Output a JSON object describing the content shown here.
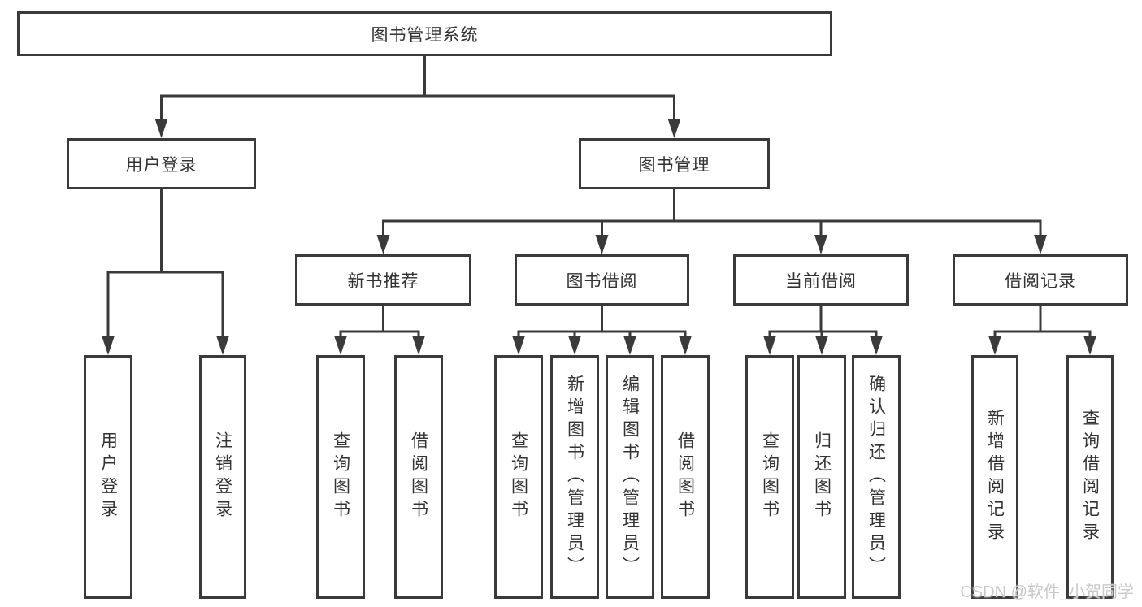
{
  "diagram": {
    "watermark": "CSDN @软件_小贺同学",
    "colors": {
      "line": "#3a3a3a",
      "text": "#333333",
      "box_background": "#ffffff",
      "page_background": "#ffffff",
      "watermark": "#c9c9c9"
    },
    "nodes": [
      {
        "id": "root",
        "label": "图书管理系统",
        "level": 0,
        "parent": null,
        "orientation": "horizontal"
      },
      {
        "id": "user-login",
        "label": "用户登录",
        "level": 1,
        "parent": "root",
        "orientation": "horizontal"
      },
      {
        "id": "book-mgmt",
        "label": "图书管理",
        "level": 1,
        "parent": "root",
        "orientation": "horizontal"
      },
      {
        "id": "login-action",
        "label": "用户登录",
        "level": 3,
        "parent": "user-login",
        "orientation": "vertical"
      },
      {
        "id": "logout-action",
        "label": "注销登录",
        "level": 3,
        "parent": "user-login",
        "orientation": "vertical"
      },
      {
        "id": "new-book-rec",
        "label": "新书推荐",
        "level": 2,
        "parent": "book-mgmt",
        "orientation": "horizontal"
      },
      {
        "id": "book-borrow",
        "label": "图书借阅",
        "level": 2,
        "parent": "book-mgmt",
        "orientation": "horizontal"
      },
      {
        "id": "current-borrow",
        "label": "当前借阅",
        "level": 2,
        "parent": "book-mgmt",
        "orientation": "horizontal"
      },
      {
        "id": "borrow-records",
        "label": "借阅记录",
        "level": 2,
        "parent": "book-mgmt",
        "orientation": "horizontal"
      },
      {
        "id": "rec-query-books",
        "label": "查询图书",
        "level": 3,
        "parent": "new-book-rec",
        "orientation": "vertical"
      },
      {
        "id": "rec-borrow-books",
        "label": "借阅图书",
        "level": 3,
        "parent": "new-book-rec",
        "orientation": "vertical"
      },
      {
        "id": "bb-query-books",
        "label": "查询图书",
        "level": 3,
        "parent": "book-borrow",
        "orientation": "vertical"
      },
      {
        "id": "bb-add-books",
        "label": "新增图书（管理员）",
        "level": 3,
        "parent": "book-borrow",
        "orientation": "vertical"
      },
      {
        "id": "bb-edit-books",
        "label": "编辑图书（管理员）",
        "level": 3,
        "parent": "book-borrow",
        "orientation": "vertical"
      },
      {
        "id": "bb-borrow-books",
        "label": "借阅图书",
        "level": 3,
        "parent": "book-borrow",
        "orientation": "vertical"
      },
      {
        "id": "cb-query-books",
        "label": "查询图书",
        "level": 3,
        "parent": "current-borrow",
        "orientation": "vertical"
      },
      {
        "id": "cb-return-books",
        "label": "归还图书",
        "level": 3,
        "parent": "current-borrow",
        "orientation": "vertical"
      },
      {
        "id": "cb-confirm-return",
        "label": "确认归还（管理员）",
        "level": 3,
        "parent": "current-borrow",
        "orientation": "vertical"
      },
      {
        "id": "br-add-record",
        "label": "新增借阅记录",
        "level": 3,
        "parent": "borrow-records",
        "orientation": "vertical"
      },
      {
        "id": "br-query-record",
        "label": "查询借阅记录",
        "level": 3,
        "parent": "borrow-records",
        "orientation": "vertical"
      }
    ]
  }
}
